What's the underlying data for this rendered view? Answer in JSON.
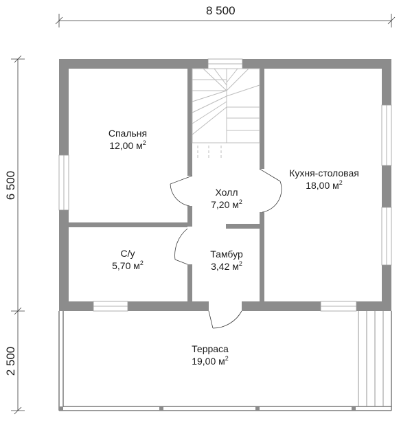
{
  "dimensions": {
    "width_total": "8 500",
    "height_house": "6 500",
    "height_terrace": "2 500"
  },
  "area_unit": "м",
  "area_power": "2",
  "rooms": {
    "bedroom": {
      "name": "Спальня",
      "area": "12,00"
    },
    "kitchen": {
      "name": "Кухня-столовая",
      "area": "18,00"
    },
    "hall": {
      "name": "Холл",
      "area": "7,20"
    },
    "bathroom": {
      "name": "С/у",
      "area": "5,70"
    },
    "vestibule": {
      "name": "Тамбур",
      "area": "3,42"
    },
    "terrace": {
      "name": "Терраса",
      "area": "19,00"
    }
  },
  "colors": {
    "wall": "#8c8c8c",
    "line": "#3a3a3a",
    "thin": "#9a9a9a",
    "window": "#ffffff"
  }
}
